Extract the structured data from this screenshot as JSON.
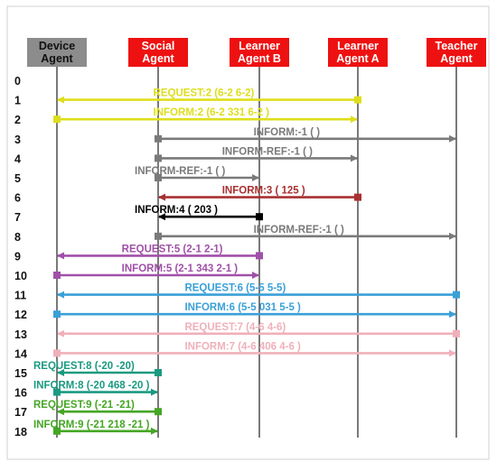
{
  "agents": [
    {
      "label": "Device\nAgent",
      "color": "#8c8c8c",
      "text_color": "#111111"
    },
    {
      "label": "Social\nAgent",
      "color": "#ee1111",
      "text_color": "#ffffff"
    },
    {
      "label": "Learner\nAgent B",
      "color": "#ee1111",
      "text_color": "#ffffff"
    },
    {
      "label": "Learner\nAgent A",
      "color": "#ee1111",
      "text_color": "#ffffff"
    },
    {
      "label": "Teacher\nAgent",
      "color": "#ee1111",
      "text_color": "#ffffff"
    }
  ],
  "steps": [
    "0",
    "1",
    "2",
    "3",
    "4",
    "5",
    "6",
    "7",
    "8",
    "9",
    "10",
    "11",
    "12",
    "13",
    "14",
    "15",
    "16",
    "17",
    "18"
  ],
  "messages": [
    {
      "step": 1,
      "from": 3,
      "to": 0,
      "label": "REQUEST:2 (6-2  6-2)",
      "color": "#dede1c"
    },
    {
      "step": 2,
      "from": 0,
      "to": 3,
      "label": "INFORM:2 (6-2   331  6-2 )",
      "color": "#dede1c"
    },
    {
      "step": 3,
      "from": 1,
      "to": 4,
      "label": "INFORM:-1 (       )",
      "color": "#7a7a7a"
    },
    {
      "step": 4,
      "from": 1,
      "to": 3,
      "label": "INFORM-REF:-1 (       )",
      "color": "#7a7a7a"
    },
    {
      "step": 5,
      "from": 1,
      "to": 2,
      "label": "INFORM-REF:-1 (       )",
      "color": "#7a7a7a"
    },
    {
      "step": 6,
      "from": 3,
      "to": 1,
      "label": "INFORM:3 (    125    )",
      "color": "#a83030"
    },
    {
      "step": 7,
      "from": 2,
      "to": 1,
      "label": "INFORM:4 (    203    )",
      "color": "#000000"
    },
    {
      "step": 8,
      "from": 1,
      "to": 4,
      "label": "INFORM-REF:-1 (       )",
      "color": "#7a7a7a"
    },
    {
      "step": 9,
      "from": 2,
      "to": 0,
      "label": "REQUEST:5 (2-1  2-1)",
      "color": "#a050a8"
    },
    {
      "step": 10,
      "from": 0,
      "to": 2,
      "label": "INFORM:5 (2-1   343  2-1 )",
      "color": "#a050a8"
    },
    {
      "step": 11,
      "from": 4,
      "to": 0,
      "label": "REQUEST:6 (5-5  5-5)",
      "color": "#3aa0d8"
    },
    {
      "step": 12,
      "from": 0,
      "to": 4,
      "label": "INFORM:6 (5-5   031  5-5 )",
      "color": "#3aa0d8"
    },
    {
      "step": 13,
      "from": 4,
      "to": 0,
      "label": "REQUEST:7  (4-6  4-6)",
      "color": "#f0b0ba"
    },
    {
      "step": 14,
      "from": 0,
      "to": 4,
      "label": "INFORM:7 (4-6   406  4-6 )",
      "color": "#f0b0ba"
    },
    {
      "step": 15,
      "from": 1,
      "to": 0,
      "label": "REQUEST:8  (-20  -20)",
      "color": "#1a9a80"
    },
    {
      "step": 16,
      "from": 0,
      "to": 1,
      "label": "INFORM:8 (-20   468  -20 )",
      "color": "#1a9a80"
    },
    {
      "step": 17,
      "from": 1,
      "to": 0,
      "label": "REQUEST:9  (-21  -21)",
      "color": "#44a624"
    },
    {
      "step": 18,
      "from": 0,
      "to": 1,
      "label": "INFORM:9  (-21   218  -21 )",
      "color": "#44a624"
    }
  ]
}
